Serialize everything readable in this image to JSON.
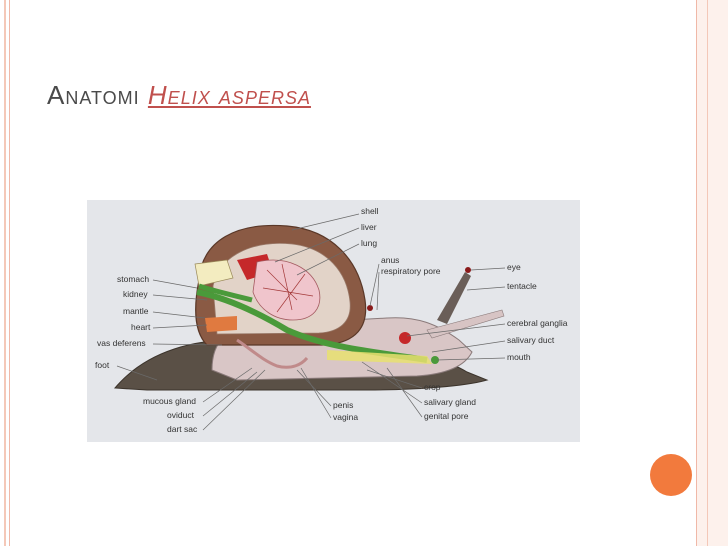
{
  "title": {
    "prefix": "Anatomi ",
    "italic": "Helix aspersa"
  },
  "labels": {
    "shell": "shell",
    "liver": "liver",
    "lung": "lung",
    "anus": "anus",
    "respiratory_pore": "respiratory pore",
    "eye": "eye",
    "tentacle": "tentacle",
    "cerebral_ganglia": "cerebral ganglia",
    "salivary_duct": "salivary duct",
    "mouth": "mouth",
    "stomach": "stomach",
    "kidney": "kidney",
    "mantle": "mantle",
    "heart": "heart",
    "vas_deferens": "vas deferens",
    "foot": "foot",
    "crop": "crop",
    "salivary_gland": "salivary gland",
    "genital_pore": "genital pore",
    "mucous_gland": "mucous gland",
    "oviduct": "oviduct",
    "dart_sac": "dart sac",
    "penis": "penis",
    "vagina": "vagina"
  },
  "colors": {
    "accent_orange": "#f27a3d",
    "title_link": "#c0504d",
    "figure_bg": "#e4e6ea"
  }
}
